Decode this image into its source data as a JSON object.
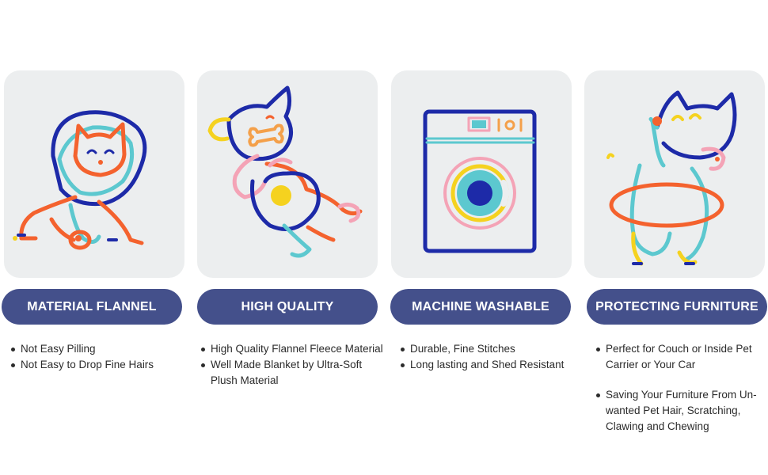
{
  "features": [
    {
      "title": "MATERIAL FLANNEL",
      "illustration": "cat-wearing-cone-icon",
      "bullets": [
        "Not Easy Pilling",
        "Not Easy to Drop Fine Hairs"
      ]
    },
    {
      "title": "HIGH QUALITY",
      "illustration": "dog-lying-with-bone-icon",
      "bullets": [
        "High Quality Flannel Fleece Material",
        "Well Made Blanket by Ultra-Soft Plush Material"
      ]
    },
    {
      "title": "MACHINE WASHABLE",
      "illustration": "washing-machine-icon",
      "bullets": [
        "Durable, Fine Stitches",
        "Long lasting and Shed Resistant"
      ]
    },
    {
      "title": "PROTECTING FURNITURE",
      "illustration": "cat-hula-hoop-icon",
      "bullets": [
        "Perfect for Couch or Inside Pet Carrier or Your Car",
        "Saving Your Furniture From Un-wanted Pet Hair, Scratching, Clawing and Chewing"
      ]
    }
  ],
  "colors": {
    "pill_background": "#44508b",
    "card_background": "#eceeef",
    "navy_line": "#1d2aa8",
    "orange_line": "#f4622e",
    "teal_line": "#5cc8cf",
    "pink_line": "#f4a3b6",
    "yellow_line": "#f5d21f"
  }
}
